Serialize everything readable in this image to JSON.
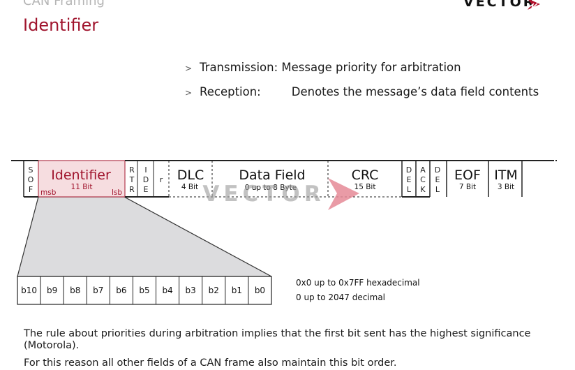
{
  "header": {
    "section": "CAN Framing",
    "title": "Identifier",
    "logo_text": "VECTOR"
  },
  "bullets": [
    {
      "label": "Transmission:",
      "text": "Message priority for arbitration"
    },
    {
      "label": "Reception:",
      "text": "Denotes the message’s data field contents"
    }
  ],
  "frame": {
    "sof": [
      "S",
      "O",
      "F"
    ],
    "identifier": {
      "name": "Identifier",
      "size": "11 Bit",
      "msb": "msb",
      "lsb": "lsb"
    },
    "rtr": [
      "R",
      "T",
      "R"
    ],
    "ide": [
      "I",
      "D",
      "E"
    ],
    "r": "r",
    "dlc": {
      "name": "DLC",
      "size": "4 Bit"
    },
    "data": {
      "name": "Data Field",
      "size": "0 up to 8 Byte"
    },
    "crc": {
      "name": "CRC",
      "size": "15 Bit"
    },
    "del1": [
      "D",
      "E",
      "L"
    ],
    "ack": [
      "A",
      "C",
      "K"
    ],
    "del2": [
      "D",
      "E",
      "L"
    ],
    "eof": {
      "name": "EOF",
      "size": "7 Bit"
    },
    "itm": {
      "name": "ITM",
      "size": "3 Bit"
    }
  },
  "watermark": "VECTOR",
  "bits": [
    "b10",
    "b9",
    "b8",
    "b7",
    "b6",
    "b5",
    "b4",
    "b3",
    "b2",
    "b1",
    "b0"
  ],
  "range": {
    "hex": "0x0 up to 0x7FF hexadecimal",
    "dec": "0 up to 2047 decimal"
  },
  "paragraphs": [
    "The rule about priorities during arbitration implies that the first bit sent has the highest significance (Motorola).",
    "For this reason all other fields of a CAN frame also maintain this bit order."
  ],
  "colors": {
    "accent": "#a0142d",
    "identifier_fill": "#f6dde0",
    "expand_fill": "#dcdcde",
    "watermark_arrow": "#e58a97"
  }
}
